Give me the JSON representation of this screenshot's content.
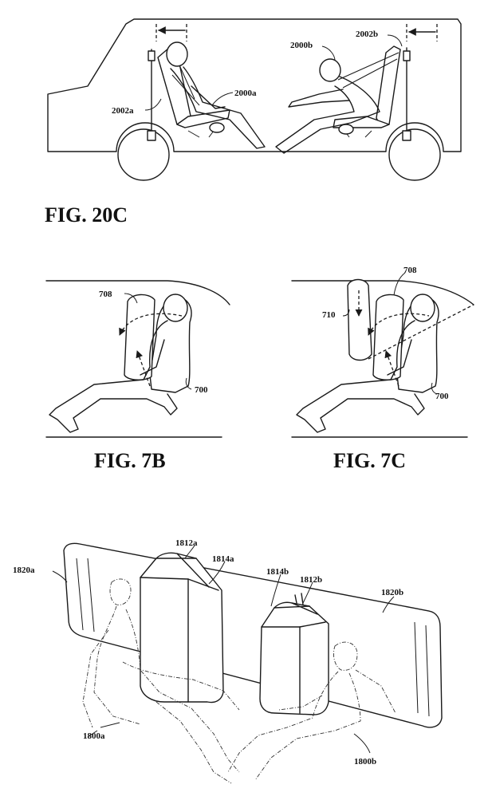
{
  "fig20c": {
    "label": "FIG. 20C",
    "refs": {
      "r2000a": "2000a",
      "r2000b": "2000b",
      "r2002a": "2002a",
      "r2002b": "2002b"
    }
  },
  "fig7b": {
    "label": "FIG. 7B",
    "refs": {
      "r708": "708",
      "r700": "700"
    }
  },
  "fig7c": {
    "label": "FIG. 7C",
    "refs": {
      "r708": "708",
      "r710": "710",
      "r700": "700"
    }
  },
  "fig18": {
    "refs": {
      "r1812a": "1812a",
      "r1814a": "1814a",
      "r1814b": "1814b",
      "r1812b": "1812b",
      "r1820a": "1820a",
      "r1820b": "1820b",
      "r1800a": "1800a",
      "r1800b": "1800b"
    }
  }
}
